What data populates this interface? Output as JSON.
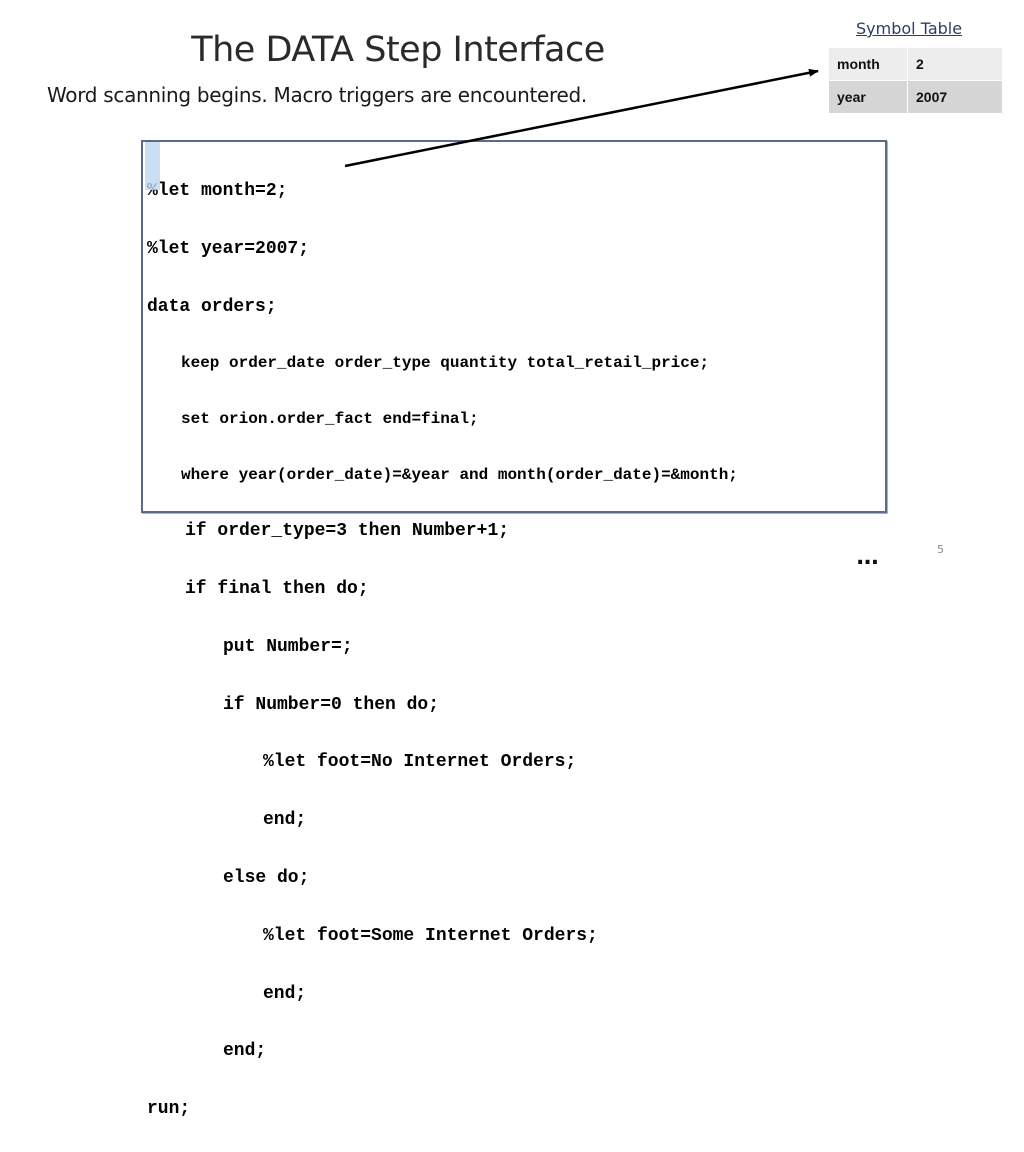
{
  "slide": {
    "title": "The DATA Step Interface",
    "subtitle": "Word scanning begins. Macro triggers are encountered.",
    "page_number": "5",
    "continuation": "..."
  },
  "symbol_table": {
    "label": "Symbol Table",
    "rows": [
      {
        "name": "month",
        "value": "2"
      },
      {
        "name": "year",
        "value": "2007"
      }
    ]
  },
  "code": {
    "lines": [
      "%let month=2;",
      "%let year=2007;",
      "data orders;",
      "keep order_date order_type quantity total_retail_price;",
      "set orion.order_fact end=final;",
      "where year(order_date)=&year and month(order_date)=&month;",
      "if order_type=3 then Number+1;",
      "if final then do;",
      "put Number=;",
      "if Number=0 then do;",
      "%let foot=No Internet Orders;",
      "end;",
      "else do;",
      "%let foot=Some Internet Orders;",
      "end;",
      "end;",
      "run;"
    ]
  },
  "colors": {
    "code_border": "#5a6b8c",
    "scan_highlight": "#bdd7ee",
    "table_row_light": "#ededed",
    "table_row_dark": "#d6d6d6",
    "label_color": "#2c3e66"
  }
}
